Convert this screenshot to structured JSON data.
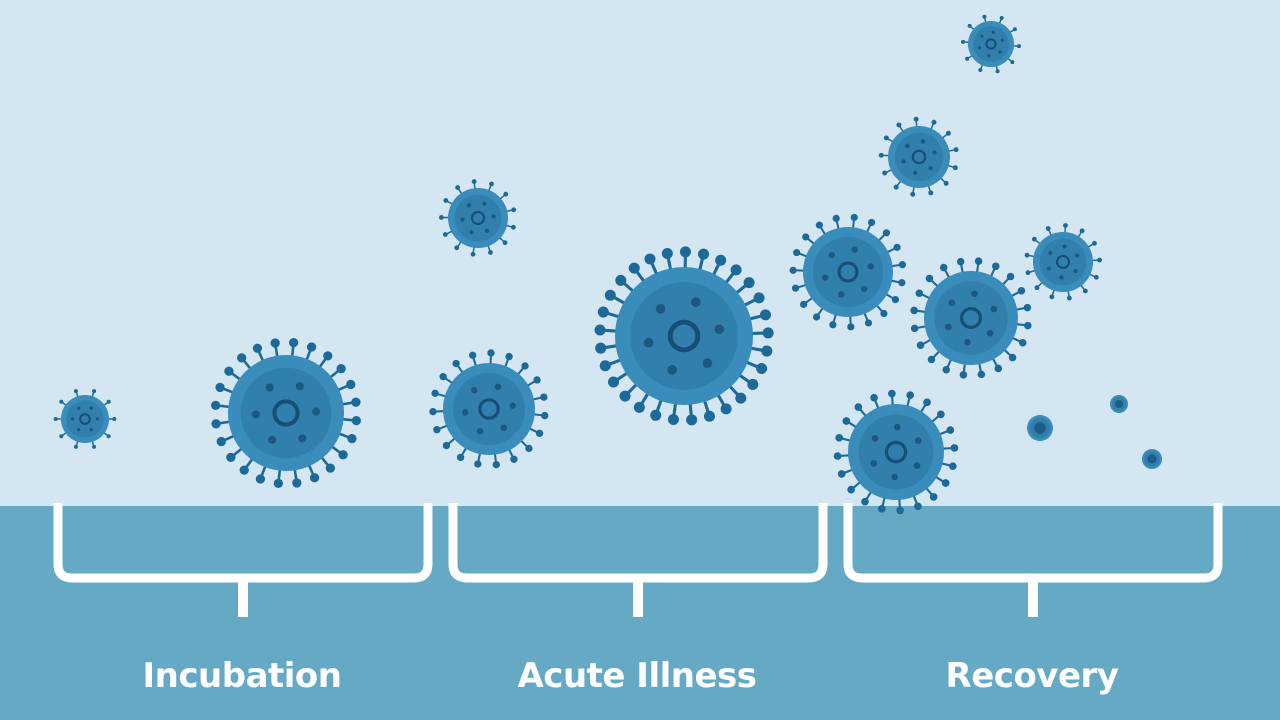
{
  "colors": {
    "sky": "#d3e6f1",
    "ground": "#66a9c4",
    "bracket": "#ffffff",
    "virus_body": "#3a8cba",
    "virus_inner": "#2a74a0",
    "virus_spike": "#1d6a98",
    "virus_core": "#174f78",
    "label_text": "#ffffff"
  },
  "icons": {
    "virus": "virus-icon",
    "bracket": "bracket-icon"
  },
  "stages": [
    {
      "label": "Incubation"
    },
    {
      "label": "Acute Illness"
    },
    {
      "label": "Recovery"
    }
  ]
}
